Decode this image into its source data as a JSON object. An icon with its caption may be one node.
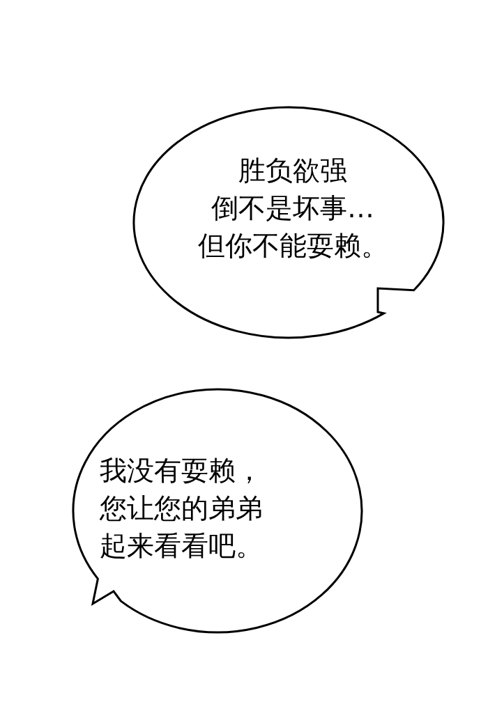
{
  "diagram": {
    "nodes": [
      {
        "text": [
          "胜负欲强",
          "倒不是坏事…",
          "但你不能耍赖。"
        ]
      },
      {
        "text": [
          "我没有耍赖，",
          "您让您的弟弟",
          "起来看看吧。"
        ]
      }
    ]
  }
}
